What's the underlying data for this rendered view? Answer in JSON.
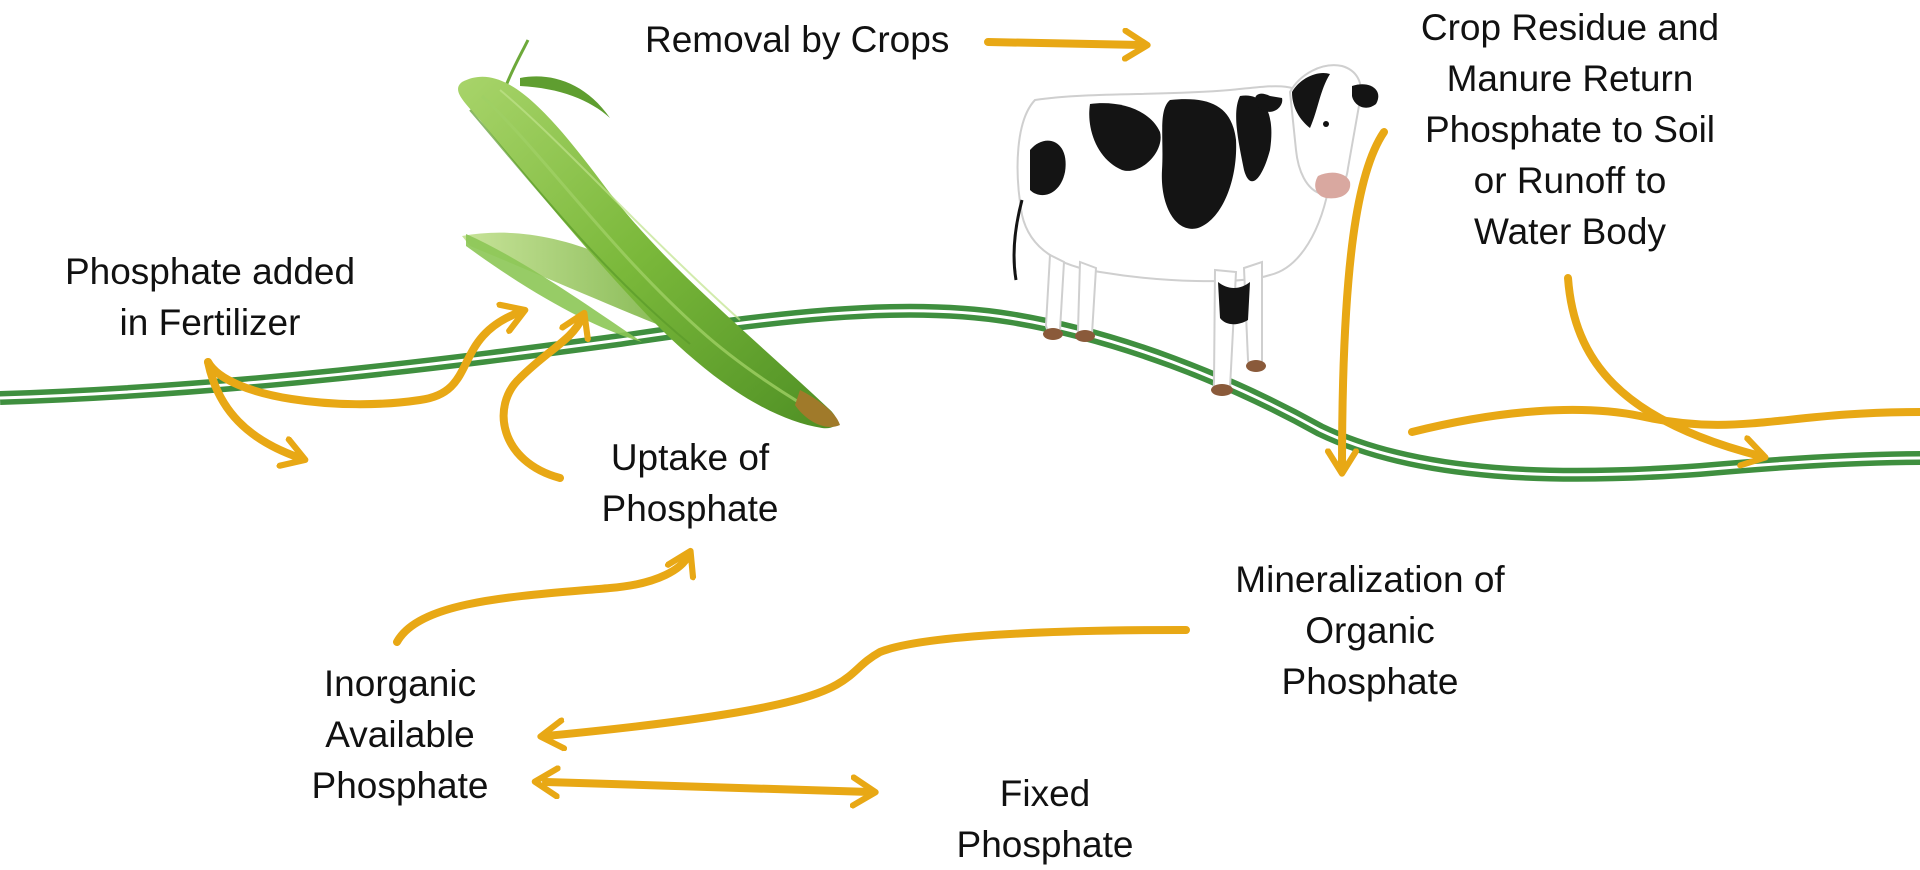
{
  "labels": {
    "removal": [
      "Removal by Crops"
    ],
    "residue": [
      "Crop Residue and",
      "Manure Return",
      "Phosphate to Soil",
      "or Runoff to",
      "Water Body"
    ],
    "fertilizer": [
      "Phosphate added",
      "in Fertilizer"
    ],
    "uptake": [
      "Uptake of",
      "Phosphate"
    ],
    "mineralization": [
      "Mineralization of",
      "Organic",
      "Phosphate"
    ],
    "inorganic": [
      "Inorganic",
      "Available",
      "Phosphate"
    ],
    "fixed": [
      "Fixed",
      "Phosphate"
    ]
  },
  "colors": {
    "arrow": "#e8a815",
    "ground": "#3f8f3f",
    "husk": "#7ab83a",
    "cow_black": "#141414"
  },
  "icons": {
    "corn": "corn-icon",
    "cow": "cow-icon"
  }
}
